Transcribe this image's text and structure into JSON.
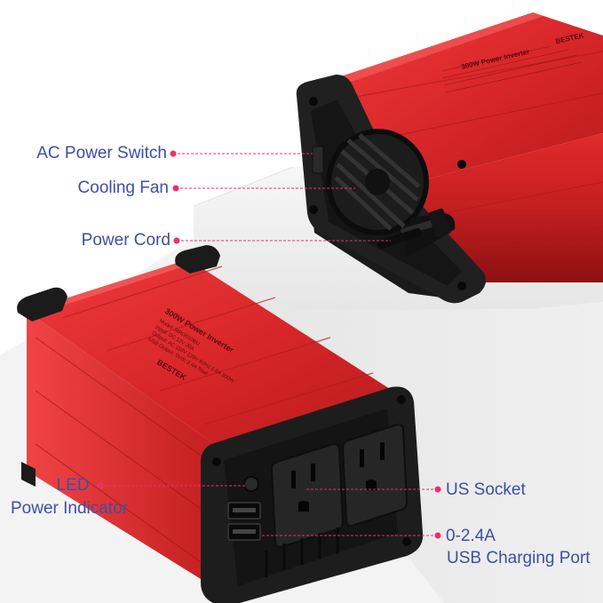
{
  "product": {
    "brand": "BESTEK",
    "model_title": "300W Power Inverter",
    "spec_lines": [
      "Model: MRI3010BU",
      "Input: DC 12V 30A",
      "Output: AC 110V-120V 60Hz 2.6A 300W",
      "USB Output: 5Vdc 2.4A Total"
    ]
  },
  "callouts": {
    "ac_power_switch": "AC Power Switch",
    "cooling_fan": "Cooling Fan",
    "power_cord": "Power Cord",
    "led_line1": "LED",
    "led_line2": "Power Indicator",
    "us_socket": "US Socket",
    "usb_line1": "0-2.4A",
    "usb_line2": "USB Charging Port"
  },
  "colors": {
    "accent_dot": "#ef2f6a",
    "label_text": "#3d4fa3",
    "body_red": "#e4242a",
    "body_red_dark": "#a81414",
    "rubber_black": "#1b1b1b",
    "platform": "#efefef"
  }
}
